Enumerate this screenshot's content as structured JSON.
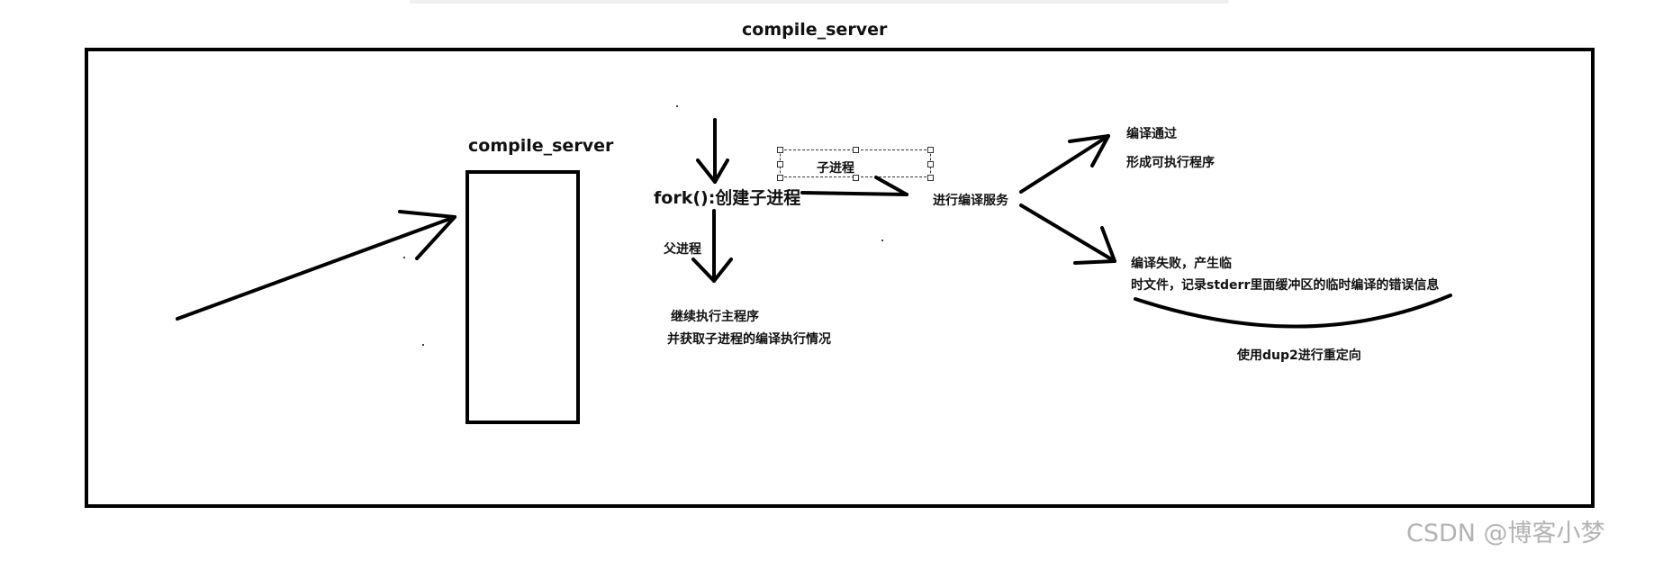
{
  "title": "compile_server",
  "box_label": "compile_server",
  "fork_label": "fork():创建子进程",
  "child_label": "子进程",
  "parent_label": "父进程",
  "compile_service": "进行编译服务",
  "compile_pass_1": "编译通过",
  "compile_pass_2": "形成可执行程序",
  "compile_fail_1": "编译失败，产生临",
  "compile_fail_2": "时文件，记录stderr里面缓冲区的临时编译的错误信息",
  "parent_continue_1": "继续执行主程序",
  "parent_continue_2": "并获取子进程的编译执行情况",
  "dup2_note": "使用dup2进行重定向",
  "watermark": "CSDN @博客小梦"
}
